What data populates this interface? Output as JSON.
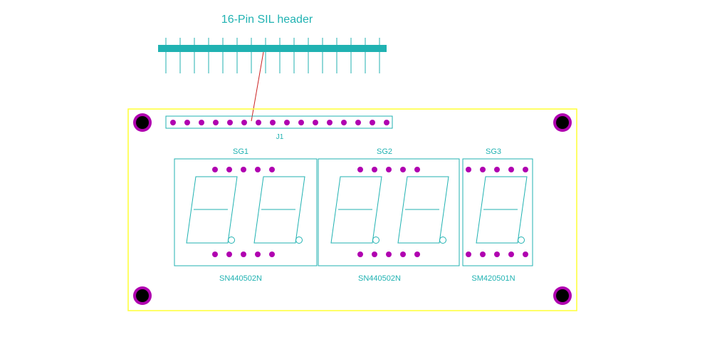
{
  "header": {
    "title": "16-Pin SIL header",
    "pin_count": 16
  },
  "connector": {
    "label": "J1",
    "pin_count": 16
  },
  "displays": [
    {
      "ref": "SG1",
      "part": "SN440502N",
      "digits": 2,
      "pins_per_row": 5
    },
    {
      "ref": "SG2",
      "part": "SN440502N",
      "digits": 2,
      "pins_per_row": 5
    },
    {
      "ref": "SG3",
      "part": "SM420501N",
      "digits": 1,
      "pins_per_row": 5
    }
  ],
  "colors": {
    "board_outline": "#ffff33",
    "silkscreen": "#20b2b2",
    "pad": "#b000b0",
    "hole": "#000000",
    "leader": "#cc2222"
  }
}
